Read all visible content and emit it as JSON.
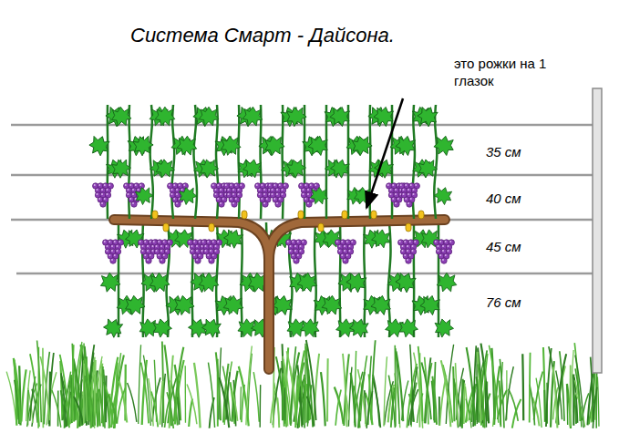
{
  "diagram": {
    "title": "Система Смарт - Дайсона.",
    "labels": [
      "это рожки на 1 глазок",
      "35 см",
      "40 см",
      "45 см",
      "76 см"
    ]
  }
}
